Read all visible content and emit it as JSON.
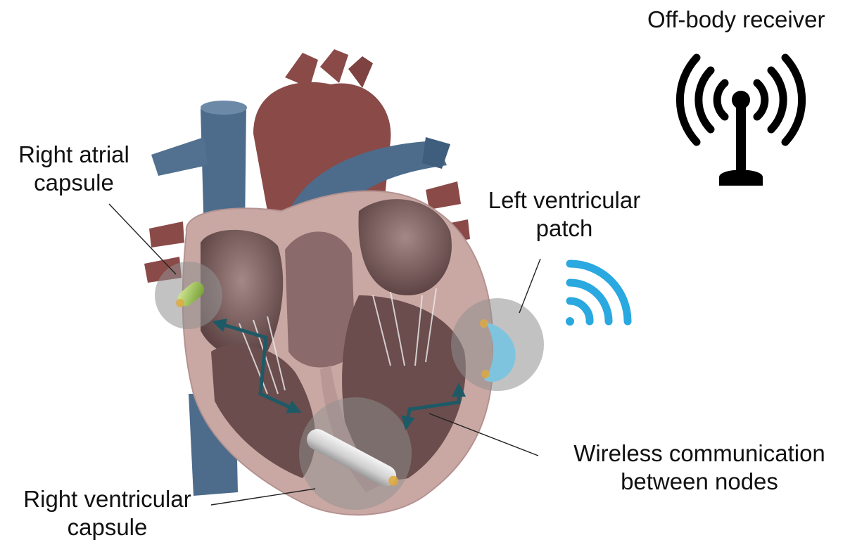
{
  "title": "Off-body receiver",
  "labels": {
    "right_atrial": [
      "Right atrial",
      "capsule"
    ],
    "left_ventricular": [
      "Left ventricular",
      "patch"
    ],
    "wireless": [
      "Wireless communication",
      "between nodes"
    ],
    "right_ventricular": [
      "Right ventricular",
      "capsule"
    ]
  },
  "icons": {
    "receiver": "antenna-broadcast-icon",
    "signal": "wifi-signal-icon"
  },
  "colors": {
    "arrow": "#1e5a66",
    "signal_blue": "#2aa8e0",
    "receiver_black": "#000000",
    "node_highlight": "#8f8f8f",
    "vena_blue": "#4d6c8c",
    "aorta_red": "#8a4a48",
    "myocardium": "#c9a8a4",
    "atrial_capsule_green": "#9fc25a",
    "ventricular_capsule_grey": "#d8d8d8",
    "patch_blue": "#7fc4df"
  }
}
